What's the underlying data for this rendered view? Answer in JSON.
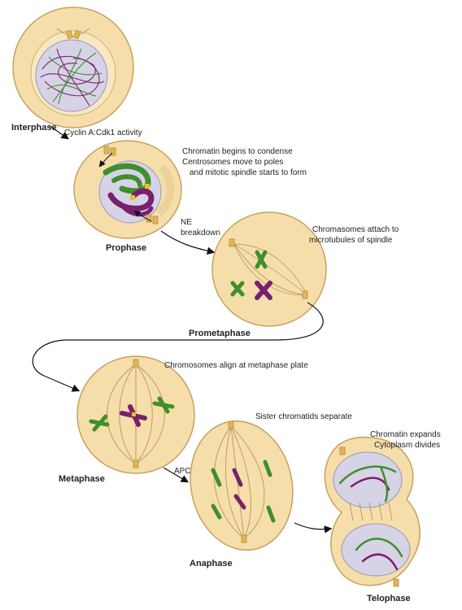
{
  "colors": {
    "cell_fill": "#f5deaa",
    "cell_stroke": "#c7a160",
    "nucleus_fill": "#d7d3e6",
    "spindle": "#b08a55",
    "chromatin_purple": "#7a1f6e",
    "chromatin_green": "#3f8f2b",
    "centromere_yellow": "#e8c21f",
    "centrosome": "#e3b64a",
    "arrow": "#111111"
  },
  "stages": {
    "interphase": "Interphase",
    "prophase": "Prophase",
    "prometaphase": "Prometaphase",
    "metaphase": "Metaphase",
    "anaphase": "Anaphase",
    "telophase": "Telophase"
  },
  "annotations": {
    "cyclin": "Cyclin A:Cdk1 activity",
    "prophase_line1": "Chromatin begins to condense",
    "prophase_line2": "Centrosomes move to poles",
    "prophase_line3": "and mitotic spindle starts to form",
    "ne_line1": "NE",
    "ne_line2": "breakdown",
    "prometa_line1": "Chromasomes attach to",
    "prometa_line2": "microtubules of spindle",
    "metaphase_note": "Chromosomes align at metaphase plate",
    "apc": "APC",
    "anaphase_note": "Sister chromatids separate",
    "telo_line1": "Chromatin expands",
    "telo_line2": "Cytoplasm divides"
  }
}
